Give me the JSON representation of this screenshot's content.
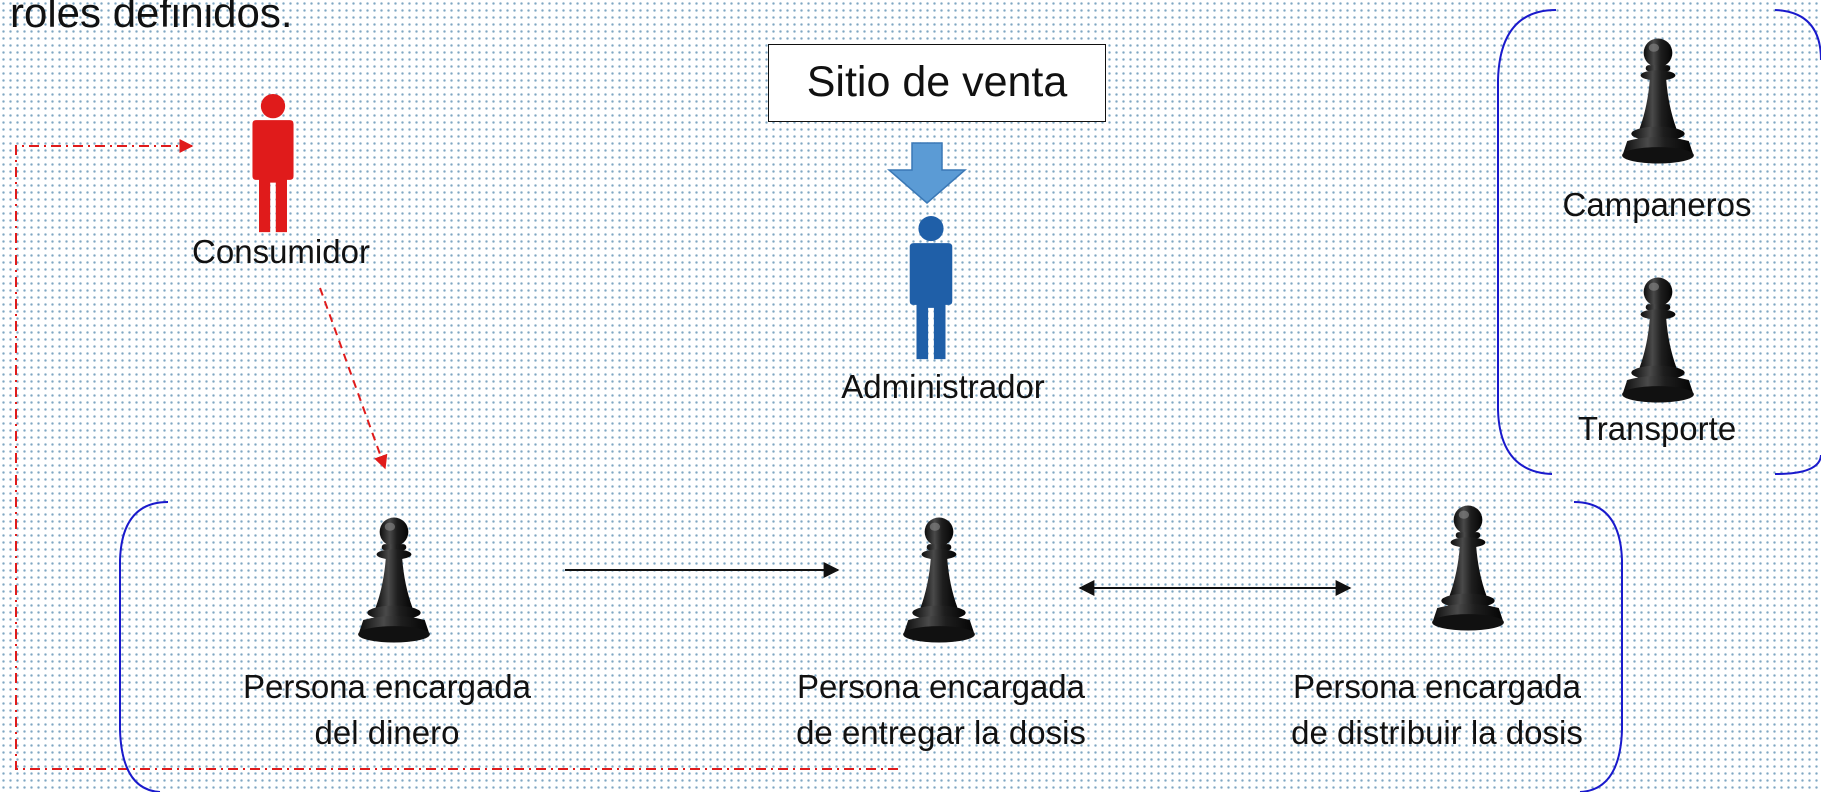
{
  "heading": "roles definidos.",
  "site_box": "Sitio de venta",
  "actors": {
    "consumer": "Consumidor",
    "administrator": "Administrador"
  },
  "roles": {
    "money": [
      "Persona encargada",
      "del dinero"
    ],
    "deliver": [
      "Persona encargada",
      "de entregar la dosis"
    ],
    "distribute": [
      "Persona encargada",
      "de distribuir la dosis"
    ]
  },
  "support_roles": {
    "lookouts": "Campaneros",
    "transport": "Transporte"
  },
  "colors": {
    "consumer": "#e01b1b",
    "administrator": "#1f5fa8",
    "arrow_down": "#5b9bd5",
    "bracket": "#1a1acc",
    "dashed": "#e01b1b",
    "pawn": "#1c1c1c"
  },
  "icons": [
    "person-icon",
    "down-arrow-icon",
    "pawn-icon"
  ]
}
